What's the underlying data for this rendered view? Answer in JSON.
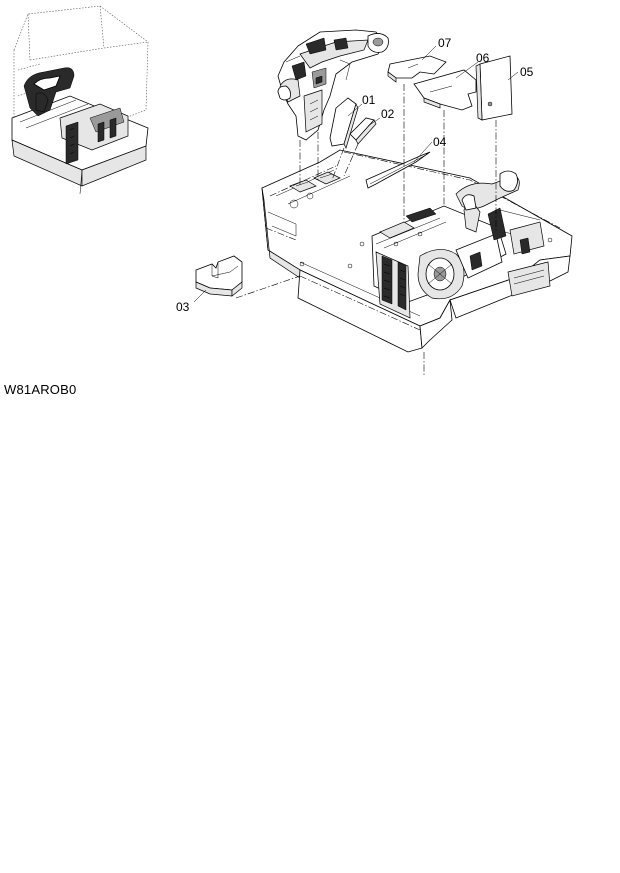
{
  "callouts": {
    "p01": "01",
    "p02": "02",
    "p03": "03",
    "p04": "04",
    "p05": "05",
    "p06": "06",
    "p07": "07"
  },
  "drawing_code": "W81AROB0"
}
